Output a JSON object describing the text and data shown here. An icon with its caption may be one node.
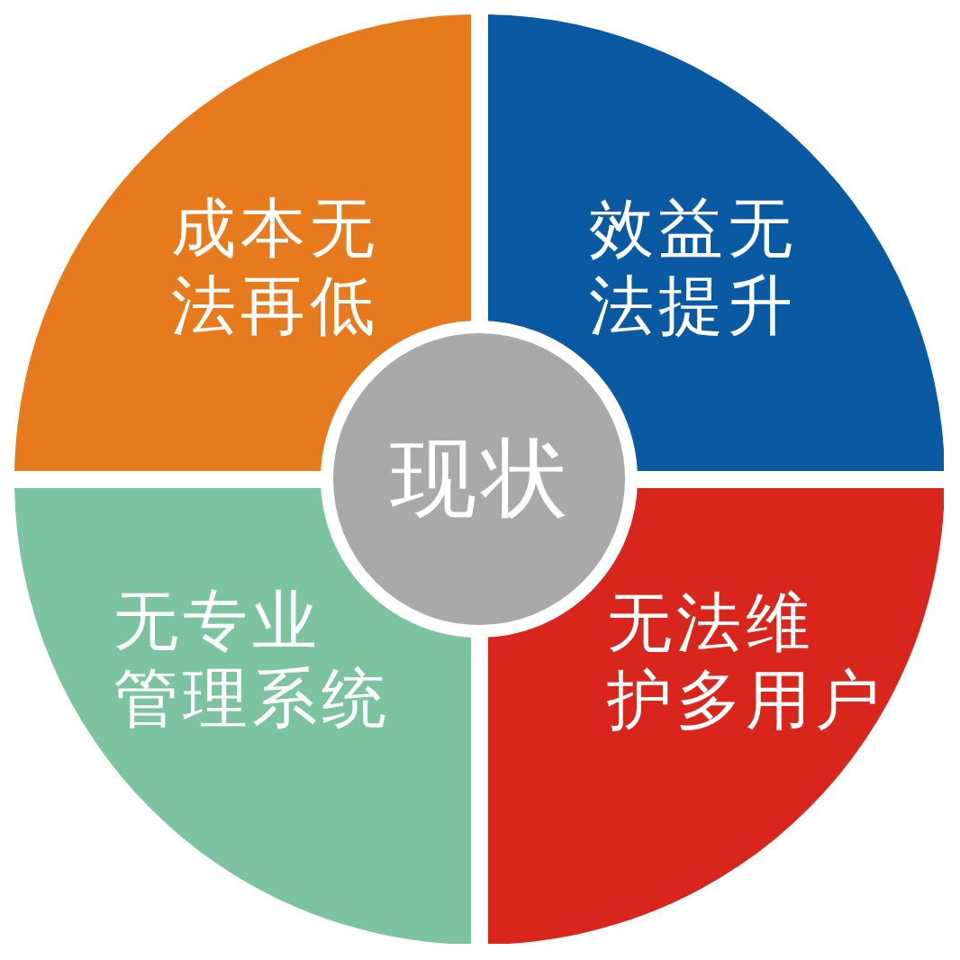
{
  "diagram": {
    "nodes": [
      {
        "text": [
          "成本无法再低"
        ]
      },
      {
        "text": [
          "效益无法提升"
        ]
      },
      {
        "text": [
          "现状"
        ]
      },
      {
        "text": [
          "无专业管理系统"
        ]
      },
      {
        "text": [
          "无法维护多用户"
        ]
      }
    ]
  }
}
